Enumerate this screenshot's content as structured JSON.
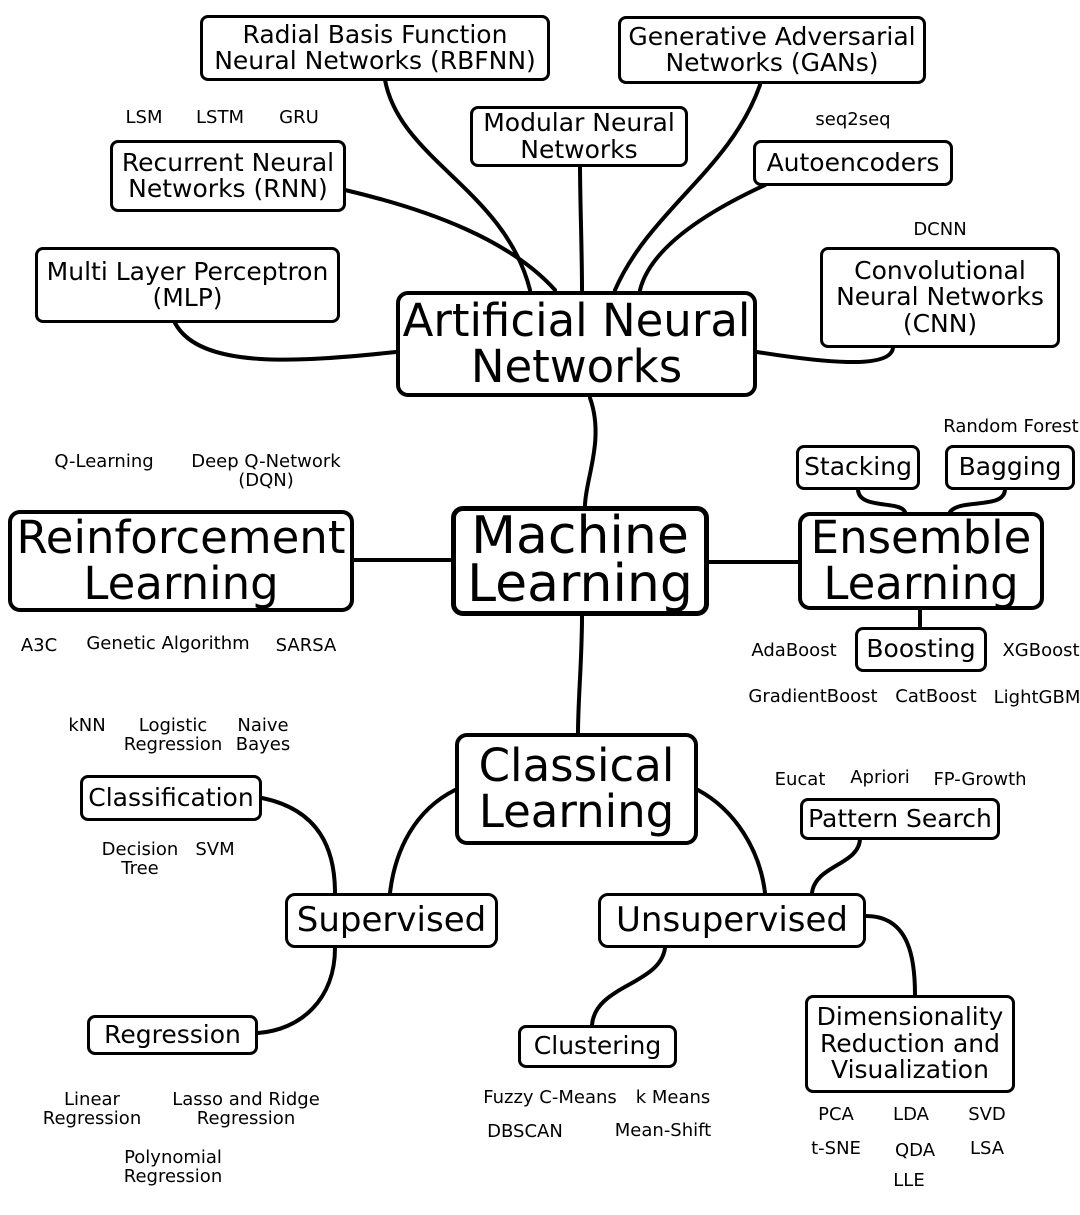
{
  "nodes": {
    "machine_learning": "Machine Learning",
    "ann": "Artificial Neural Networks",
    "reinforcement": "Reinforcement Learning",
    "ensemble": "Ensemble Learning",
    "classical": "Classical Learning",
    "rbfnn": "Radial Basis Function Neural Networks (RBFNN)",
    "gans": "Generative Adversarial Networks (GANs)",
    "modular": "Modular Neural Networks",
    "rnn": "Recurrent Neural Networks (RNN)",
    "autoencoders": "Autoencoders",
    "mlp": "Multi Layer Perceptron (MLP)",
    "cnn": "Convolutional Neural Networks (CNN)",
    "stacking": "Stacking",
    "bagging": "Bagging",
    "boosting": "Boosting",
    "classification": "Classification",
    "supervised": "Supervised",
    "unsupervised": "Unsupervised",
    "regression": "Regression",
    "pattern_search": "Pattern Search",
    "clustering": "Clustering",
    "dimensionality": "Dimensionality Reduction and Visualization"
  },
  "labels": {
    "lsm": "LSM",
    "lstm": "LSTM",
    "gru": "GRU",
    "seq2seq": "seq2seq",
    "dcnn": "DCNN",
    "q_learning": "Q-Learning",
    "dqn": "Deep Q-Network (DQN)",
    "a3c": "A3C",
    "genetic": "Genetic Algorithm",
    "sarsa": "SARSA",
    "random_forest": "Random Forest",
    "adaboost": "AdaBoost",
    "xgboost": "XGBoost",
    "gradientboost": "GradientBoost",
    "catboost": "CatBoost",
    "lightgbm": "LightGBM",
    "knn": "kNN",
    "logistic": "Logistic Regression",
    "naive_bayes": "Naive Bayes",
    "decision_tree": "Decision Tree",
    "svm": "SVM",
    "linear_reg": "Linear Regression",
    "lasso_ridge": "Lasso and Ridge Regression",
    "polynomial": "Polynomial Regression",
    "eucat": "Eucat",
    "apriori": "Apriori",
    "fp_growth": "FP-Growth",
    "fuzzy": "Fuzzy C-Means",
    "kmeans": "k Means",
    "dbscan": "DBSCAN",
    "meanshift": "Mean-Shift",
    "pca": "PCA",
    "lda": "LDA",
    "svd": "SVD",
    "tsne": "t-SNE",
    "qda": "QDA",
    "lsa": "LSA",
    "lle": "LLE"
  }
}
